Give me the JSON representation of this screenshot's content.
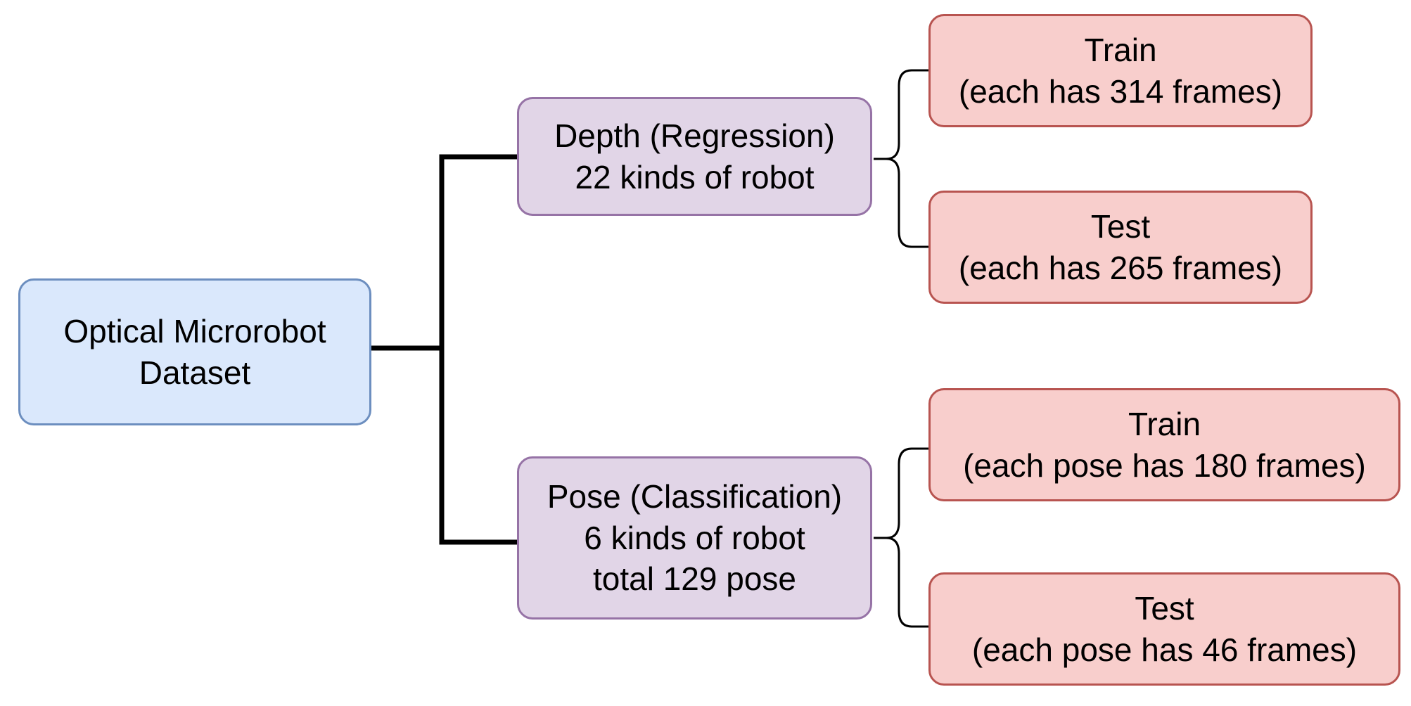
{
  "diagram": {
    "root": {
      "line1": "Optical Microrobot",
      "line2": "Dataset"
    },
    "depth": {
      "line1": "Depth (Regression)",
      "line2": "22 kinds of robot",
      "train": {
        "title": "Train",
        "detail": "(each has 314 frames)"
      },
      "test": {
        "title": "Test",
        "detail": "(each has 265 frames)"
      }
    },
    "pose": {
      "line1": "Pose (Classification)",
      "line2": "6 kinds of robot",
      "line3": "total 129 pose",
      "train": {
        "title": "Train",
        "detail": "(each pose has 180 frames)"
      },
      "test": {
        "title": "Test",
        "detail": "(each pose has 46 frames)"
      }
    },
    "colors": {
      "root_fill": "#dae8fc",
      "root_stroke": "#6c8ebf",
      "category_fill": "#e1d5e7",
      "category_stroke": "#9673a6",
      "split_fill": "#f8cecc",
      "split_stroke": "#b85450",
      "connector": "#000000"
    }
  }
}
